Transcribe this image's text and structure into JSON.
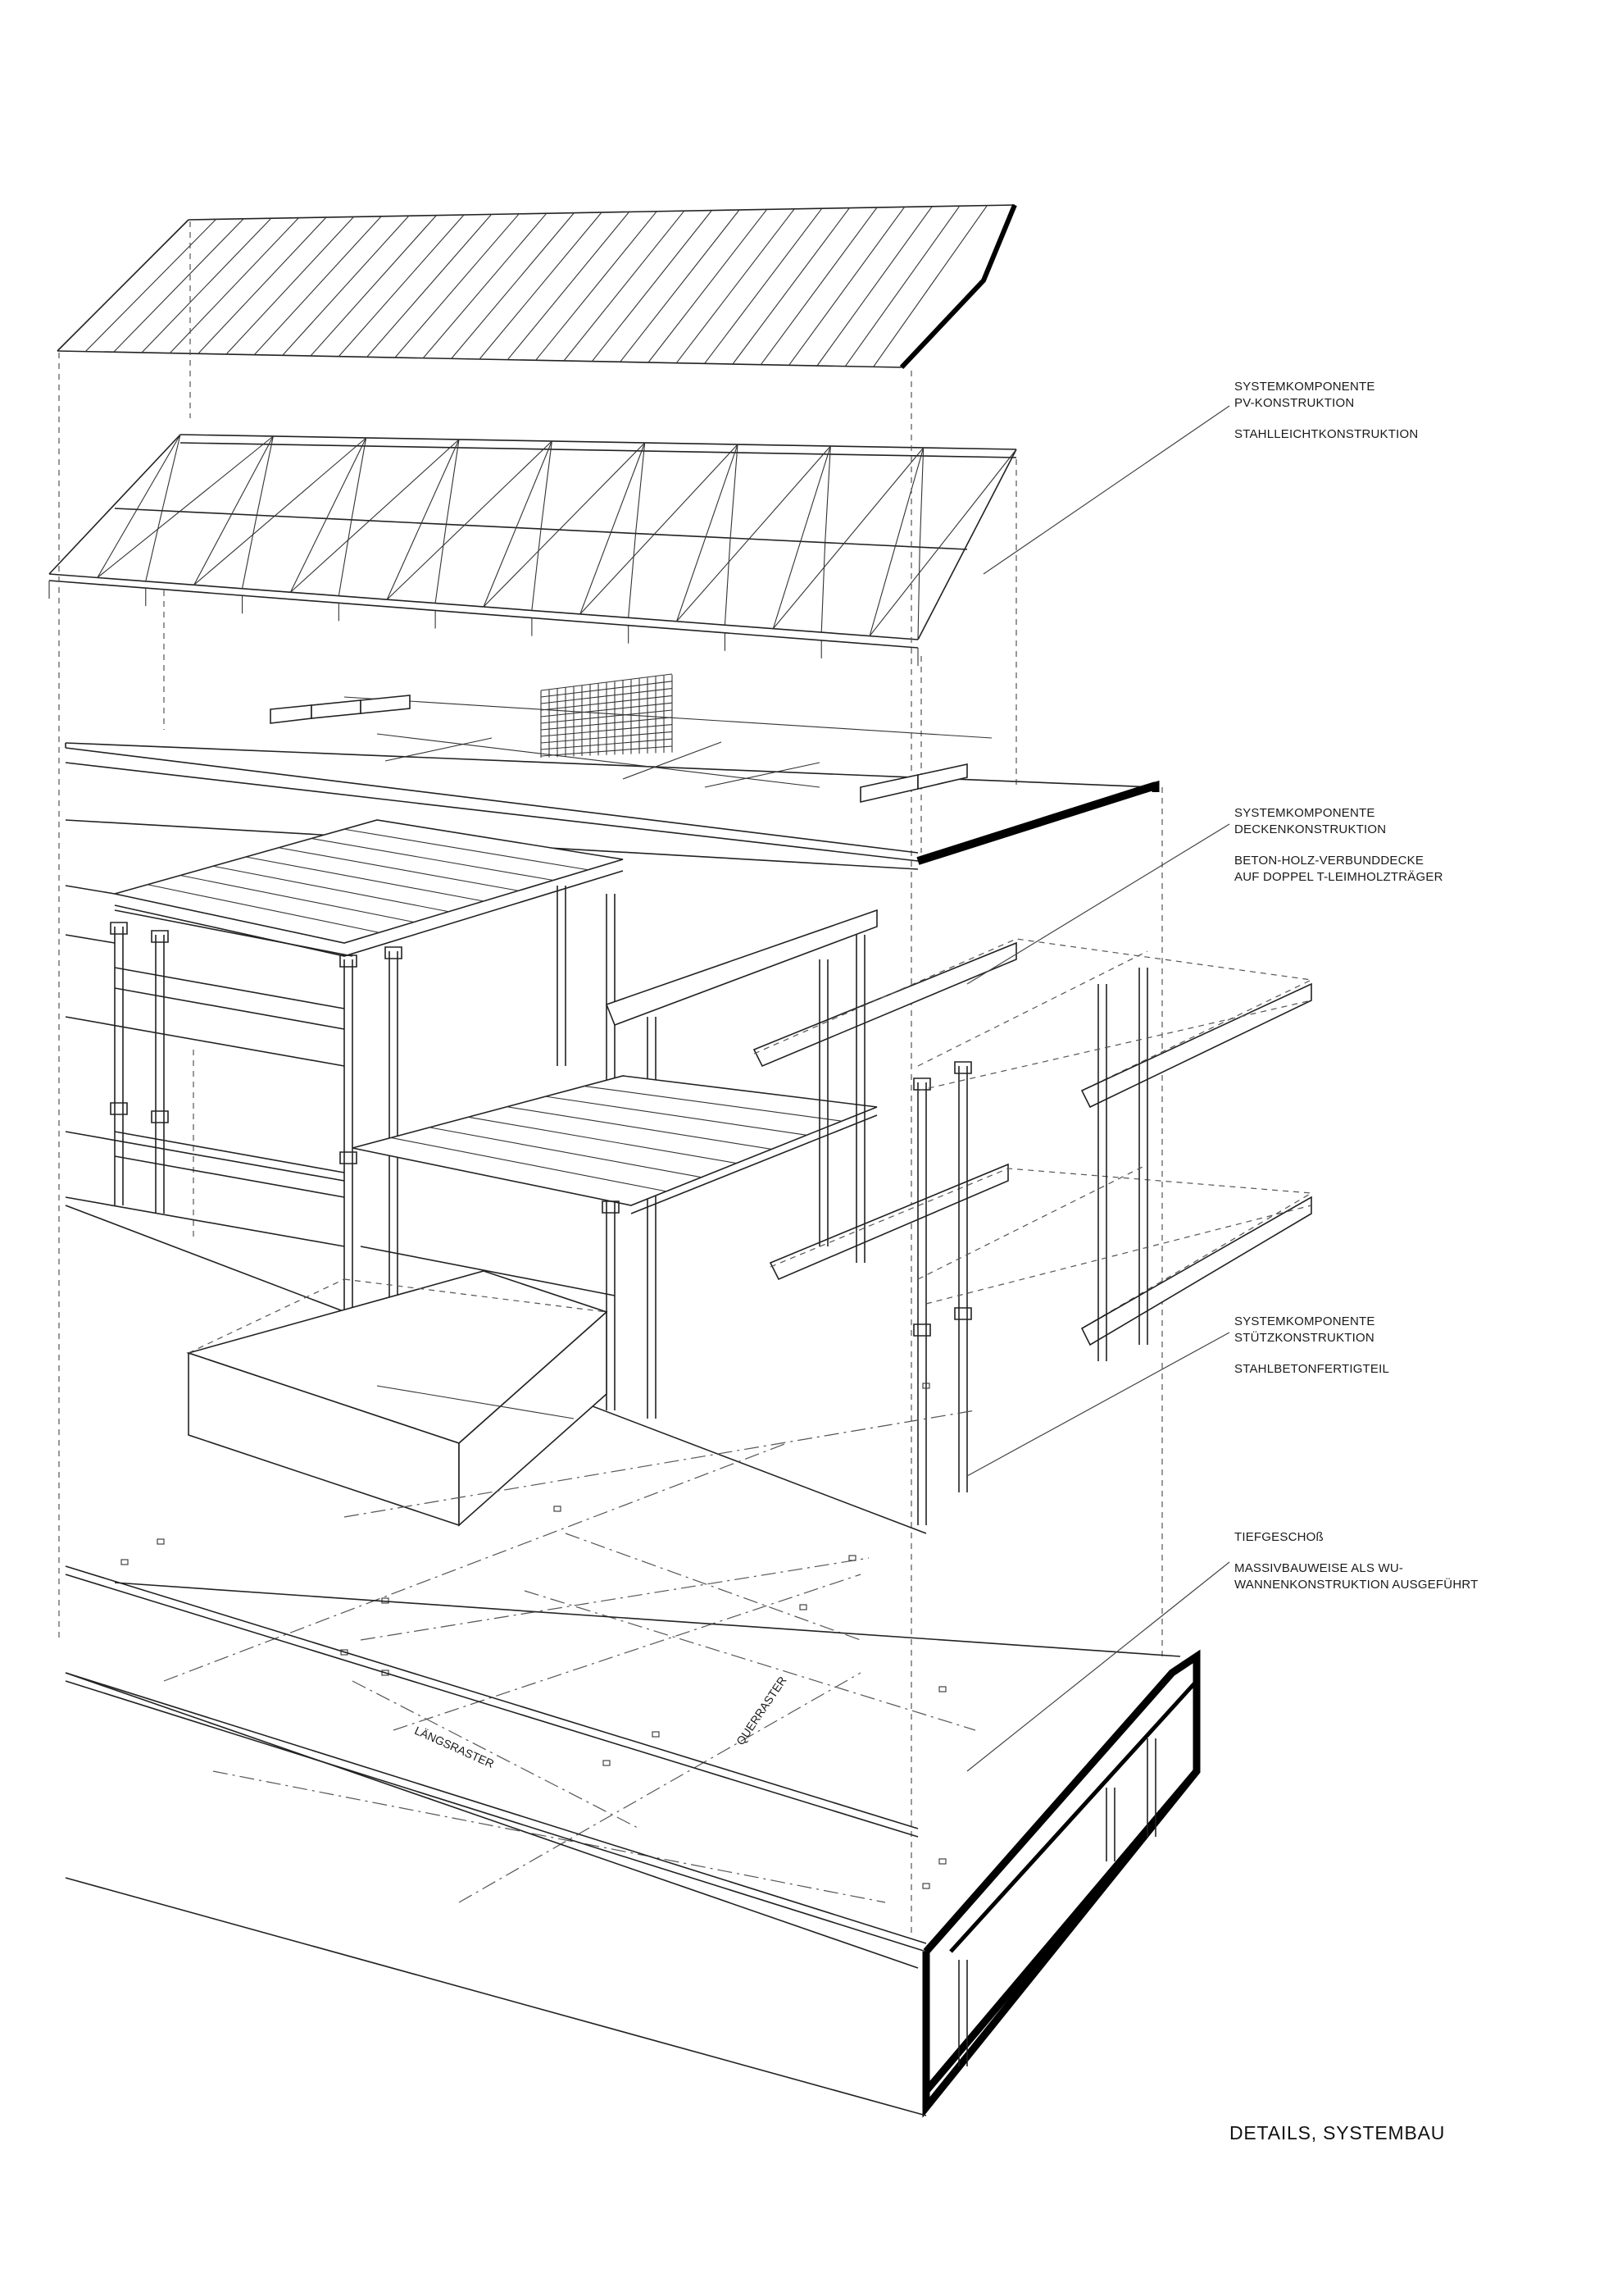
{
  "title": "DETAILS, SYSTEMBAU",
  "annotations": [
    {
      "id": "pv",
      "heading": [
        "SYSTEMKOMPONENTE",
        "PV-KONSTRUKTION"
      ],
      "detail": [
        "STAHLLEICHTKONSTRUKTION"
      ]
    },
    {
      "id": "decke",
      "heading": [
        "SYSTEMKOMPONENTE",
        "DECKENKONSTRUKTION"
      ],
      "detail": [
        "BETON-HOLZ-VERBUNDDECKE",
        "AUF DOPPEL T-LEIMHOLZTRÄGER"
      ]
    },
    {
      "id": "stuetze",
      "heading": [
        "SYSTEMKOMPONENTE",
        "STÜTZKONSTRUKTION"
      ],
      "detail": [
        "STAHLBETONFERTIGTEIL"
      ]
    },
    {
      "id": "tiefgeschoss",
      "heading": [
        "TIEFGESCHOß"
      ],
      "detail": [
        "MASSIVBAUWEISE ALS WU-",
        "WANNENKONSTRUKTION AUSGEFÜHRT"
      ]
    }
  ],
  "grid_labels": {
    "laengs": "LÄNGSRASTER",
    "quer": "QUERRASTER"
  },
  "colors": {
    "line": "#222222",
    "background": "#ffffff",
    "emphasis": "#000000"
  }
}
